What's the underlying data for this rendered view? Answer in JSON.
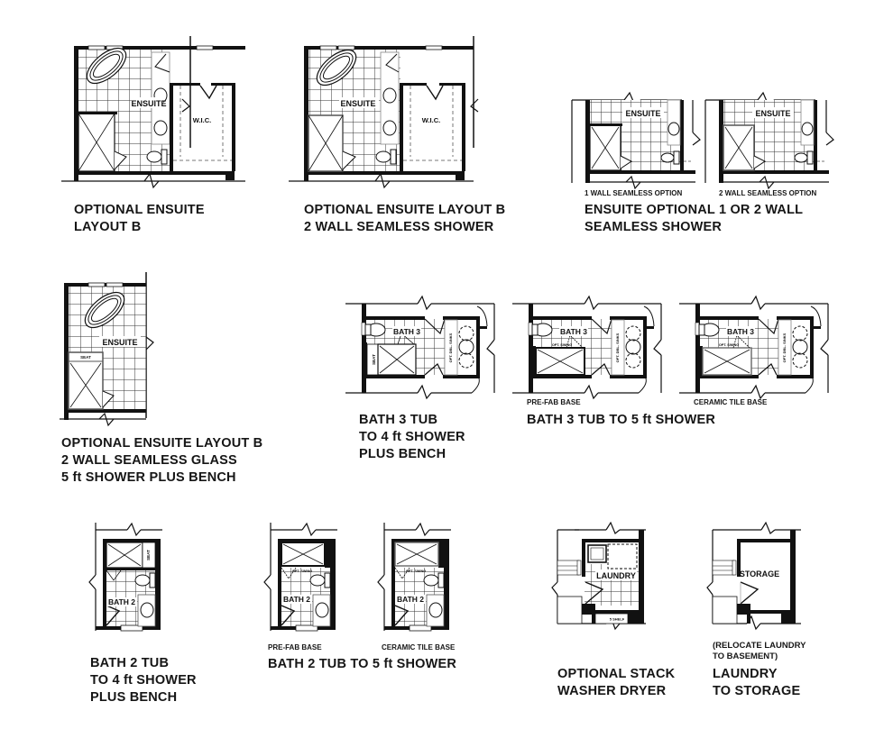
{
  "colors": {
    "ink": "#111111",
    "background": "#ffffff",
    "tile": "#333333"
  },
  "plans": {
    "ensuite_layout_b": {
      "room_labels": [
        "ENSUITE",
        "W.I.C."
      ],
      "caption": [
        "OPTIONAL ENSUITE",
        "LAYOUT B"
      ]
    },
    "ensuite_layout_b_2wall": {
      "room_labels": [
        "ENSUITE",
        "W.I.C."
      ],
      "caption": [
        "OPTIONAL ENSUITE LAYOUT B",
        "2 WALL SEAMLESS SHOWER"
      ]
    },
    "ensuite_seamless": {
      "variants": [
        {
          "room_label": "ENSUITE",
          "sub_caption": "1 WALL SEAMLESS OPTION"
        },
        {
          "room_label": "ENSUITE",
          "sub_caption": "2 WALL SEAMLESS OPTION"
        }
      ],
      "caption": [
        "ENSUITE OPTIONAL 1 OR 2 WALL",
        "SEAMLESS SHOWER"
      ]
    },
    "ensuite_layout_b_bench": {
      "room_labels": [
        "ENSUITE",
        "SEAT"
      ],
      "caption": [
        "OPTIONAL ENSUITE LAYOUT B",
        "2 WALL SEAMLESS GLASS",
        "5 ft SHOWER PLUS BENCH"
      ]
    },
    "bath3_4ft": {
      "room_labels": [
        "BATH 3",
        "SEAT",
        "OPT. DBL. SINKS"
      ],
      "caption": [
        "BATH 3 TUB",
        "TO 4 ft SHOWER",
        "PLUS BENCH"
      ]
    },
    "bath3_5ft": {
      "variants": [
        {
          "room_label": "BATH 3",
          "note": "OPT. SWING",
          "sinks": "OPT. DBL. SINKS",
          "sub_caption": "PRE-FAB BASE"
        },
        {
          "room_label": "BATH 3",
          "note": "OPT. SWING",
          "sinks": "OPT. DBL. SINKS",
          "sub_caption": "CERAMIC TILE BASE"
        }
      ],
      "caption": [
        "BATH 3 TUB TO 5 ft SHOWER"
      ]
    },
    "bath2_4ft": {
      "room_labels": [
        "BATH 2",
        "SEAT"
      ],
      "caption": [
        "BATH 2 TUB",
        "TO 4 ft SHOWER",
        "PLUS BENCH"
      ]
    },
    "bath2_5ft": {
      "variants": [
        {
          "room_label": "BATH 2",
          "note": "OPT. SWING",
          "sub_caption": "PRE-FAB BASE"
        },
        {
          "room_label": "BATH 2",
          "note": "OPT. SWING",
          "sub_caption": "CERAMIC TILE BASE"
        }
      ],
      "caption": [
        "BATH 2 TUB TO 5 ft SHOWER"
      ]
    },
    "laundry_stack": {
      "room_labels": [
        "LAUNDRY",
        "5 SHELF"
      ],
      "caption": [
        "OPTIONAL STACK",
        "WASHER DRYER"
      ]
    },
    "laundry_storage": {
      "room_labels": [
        "STORAGE"
      ],
      "note": [
        "(RELOCATE LAUNDRY",
        "TO BASEMENT)"
      ],
      "caption": [
        "LAUNDRY",
        "TO STORAGE"
      ]
    }
  }
}
